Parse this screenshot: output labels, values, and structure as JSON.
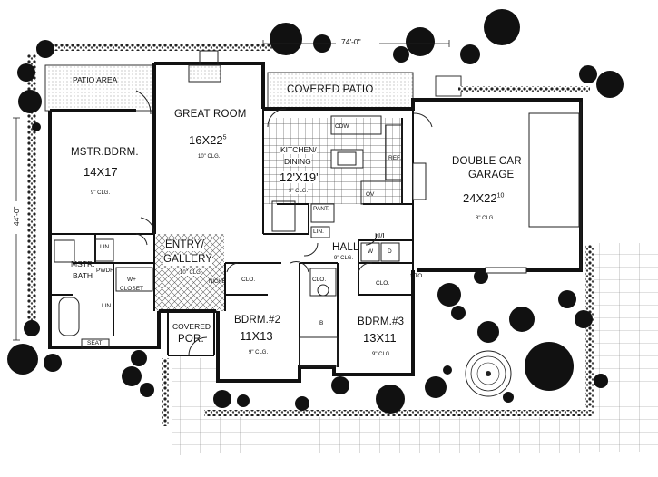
{
  "overall_width": "74'-0\"",
  "overall_depth": "44'-0\"",
  "rooms": {
    "patio_area": {
      "name": "PATIO AREA"
    },
    "covered_patio": {
      "name": "COVERED  PATIO"
    },
    "great_room": {
      "name": "GREAT ROOM",
      "size": "16X22",
      "size_sup": "5",
      "ceiling": "10\" CLG."
    },
    "master_bedroom": {
      "name": "MSTR.BDRM.",
      "size": "14X17",
      "ceiling": "9\" CLG."
    },
    "kitchen_dining": {
      "name_line1": "KITCHEN/",
      "name_line2": "DINING",
      "size": "12'X19'",
      "ceiling": "9\" CLG."
    },
    "garage": {
      "name_line1": "DOUBLE CAR",
      "name_line2": "GARAGE",
      "size": "24X22",
      "size_sup": "10",
      "ceiling": "8\" CLG."
    },
    "entry_gallery": {
      "name_line1": "ENTRY/",
      "name_line2": "GALLERY",
      "ceiling": "10\" CLG."
    },
    "master_bath": {
      "name_line1": "MSTR.",
      "name_line2": "BATH"
    },
    "walk_in_closet": {
      "name_line1": "W+",
      "name_line2": "CLOSET"
    },
    "hall": {
      "name": "HALL",
      "ceiling": "9\" CLG."
    },
    "bedroom2": {
      "name": "BDRM.#2",
      "size": "11X13",
      "ceiling": "9\" CLG."
    },
    "bedroom3": {
      "name": "BDRM.#3",
      "size": "13X11",
      "ceiling": "9\" CLG."
    },
    "covered_porch": {
      "name_line1": "COVERED",
      "name_line2": "POR."
    },
    "utility": {
      "name": "U/L"
    }
  },
  "fixtures": {
    "cdw": "CDW",
    "ref": "REF.",
    "ov": "OV",
    "pantry": "PANT.",
    "lin1": "LIN.",
    "lin2": "LIN.",
    "lin3": "LIN.",
    "clo1": "CLO.",
    "clo2": "CLO.",
    "clo3": "CLO.",
    "sto": "STO.",
    "w": "W",
    "d": "D",
    "pwdr": "PWDR",
    "seat": "SEAT",
    "b": "B",
    "niche": "NICHE",
    "clg_small": "9\" CLG."
  }
}
